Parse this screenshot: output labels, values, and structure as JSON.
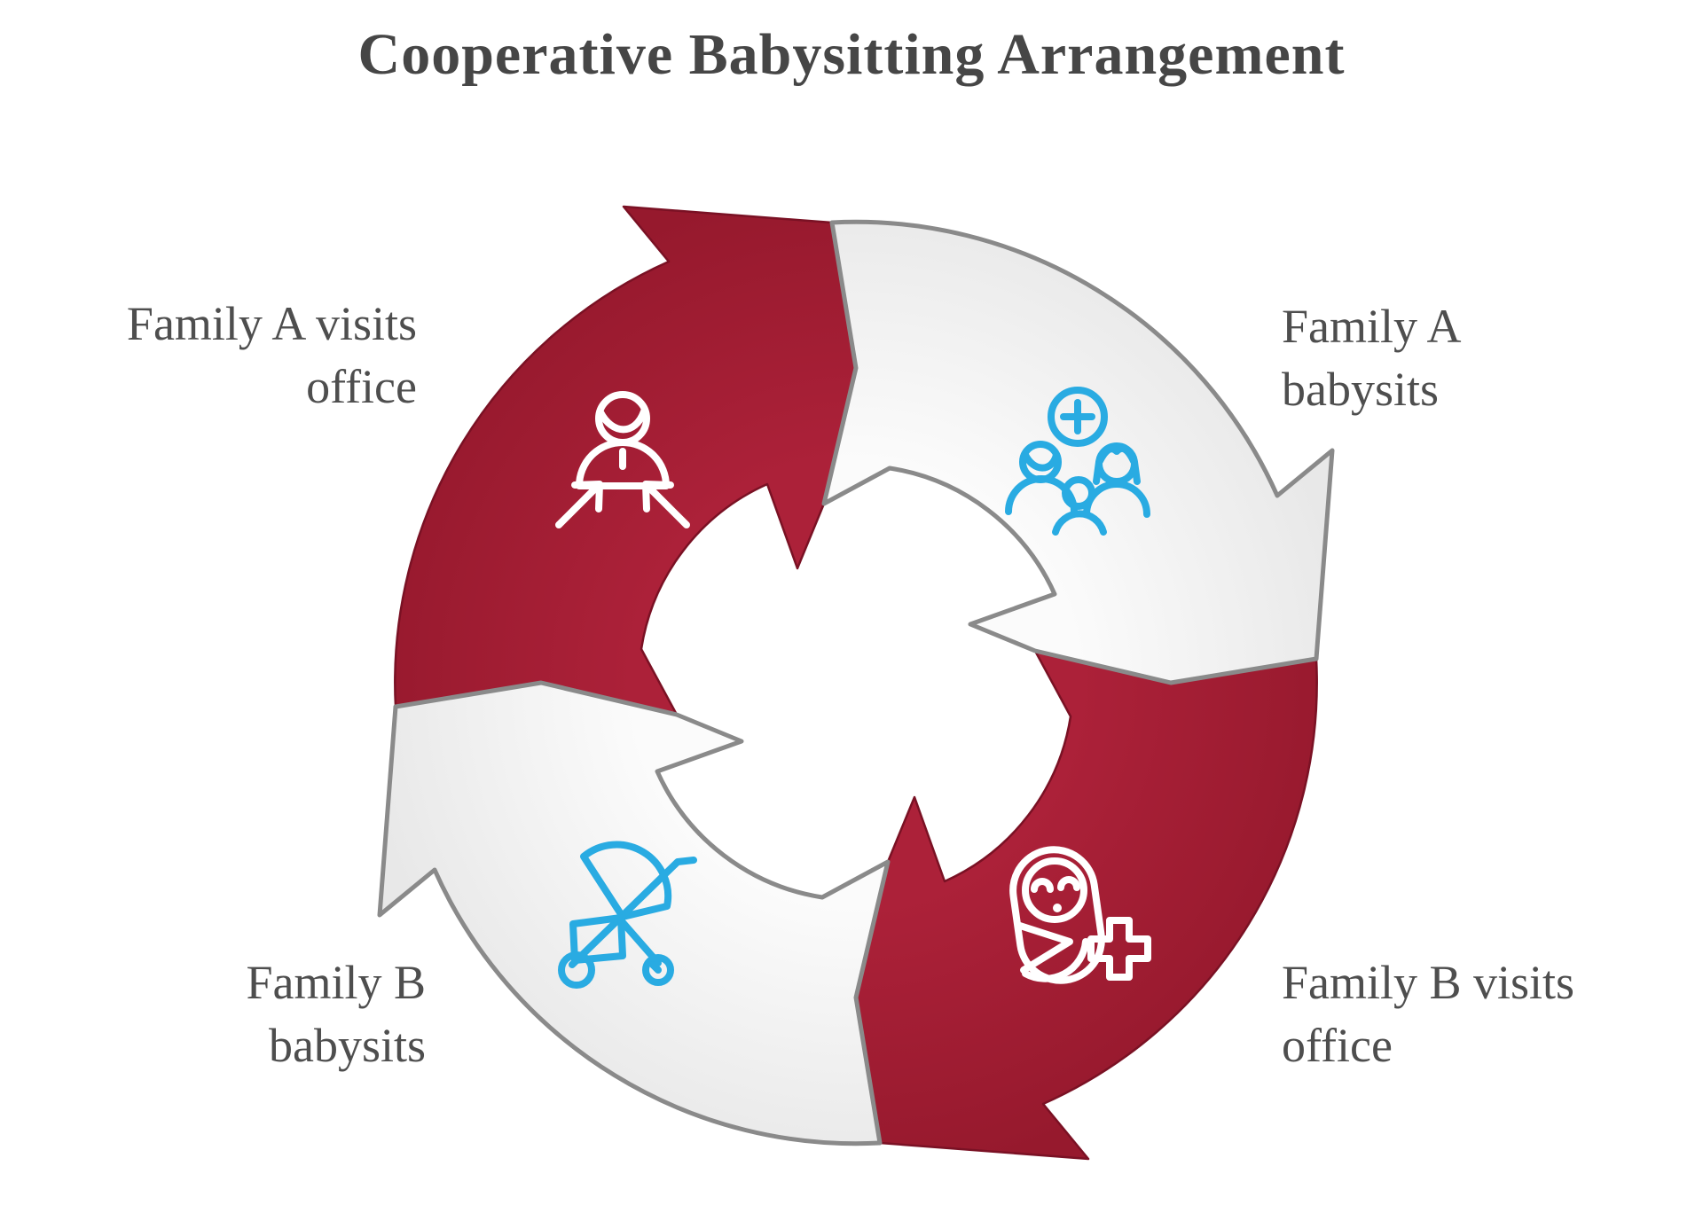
{
  "title": "Cooperative Babysitting Arrangement",
  "colors": {
    "background": "#FFFFFF",
    "red_fill_light": "#AC2139",
    "red_fill_dark": "#96192D",
    "red_stroke": "#7A1124",
    "gray_fill_light": "#FBFBFB",
    "gray_fill_dark": "#E8E8E8",
    "gray_stroke": "#8A8A8A",
    "icon_blue": "#29ABE2",
    "icon_white": "#FFFFFF",
    "text": "#4E4E4E",
    "title_text": "#464646"
  },
  "cycle": {
    "type": "circular-cycle",
    "direction": "clockwise",
    "segments": [
      {
        "id": "family-a-visits-office",
        "position": "top-left",
        "color_role": "red",
        "icon": "person-arrival-icon",
        "label_lines": [
          "Family A visits",
          "office"
        ]
      },
      {
        "id": "family-a-babysits",
        "position": "top-right",
        "color_role": "gray",
        "icon": "family-icon",
        "label_lines": [
          "Family A",
          "babysits"
        ]
      },
      {
        "id": "family-b-visits-office",
        "position": "bottom-right",
        "color_role": "red",
        "icon": "baby-care-icon",
        "label_lines": [
          "Family B visits",
          "office"
        ]
      },
      {
        "id": "family-b-babysits",
        "position": "bottom-left",
        "color_role": "gray",
        "icon": "stroller-icon",
        "label_lines": [
          "Family B",
          "babysits"
        ]
      }
    ]
  }
}
